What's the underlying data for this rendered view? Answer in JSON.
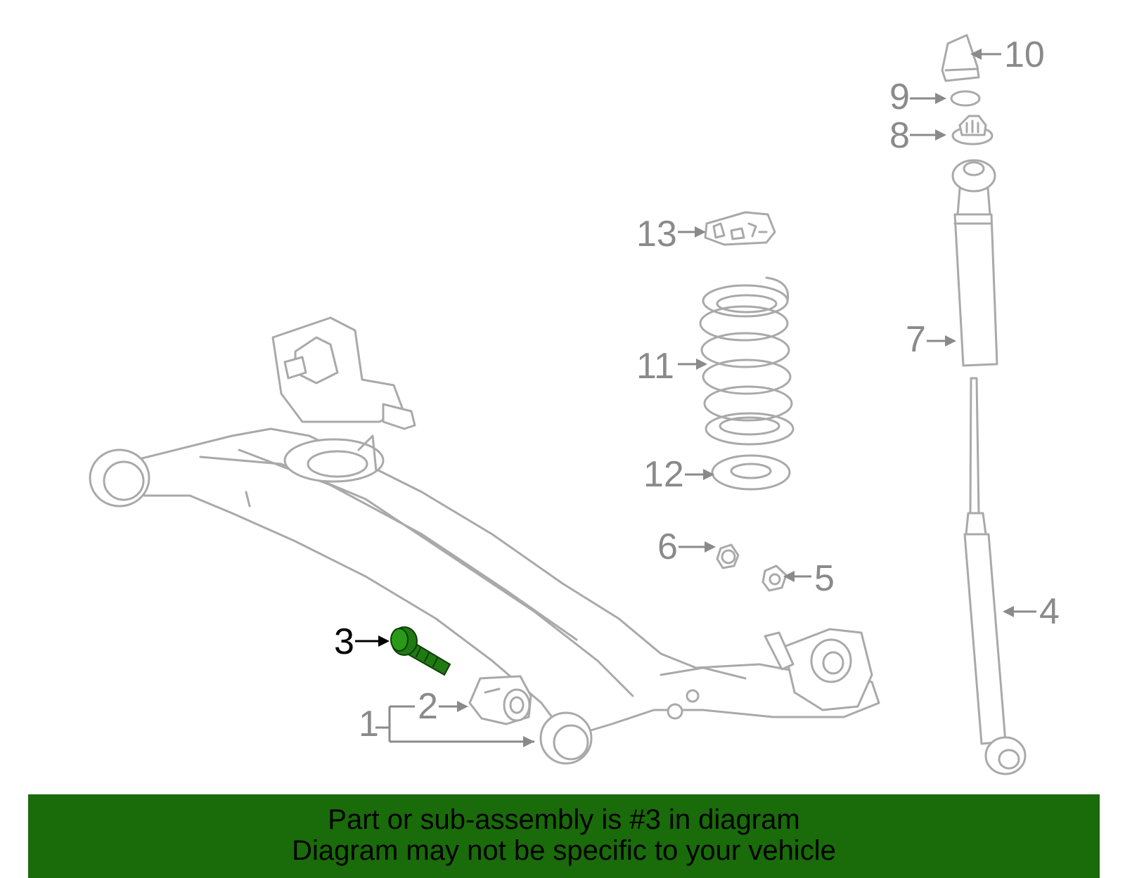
{
  "callouts": {
    "p1": "1",
    "p2": "2",
    "p3": "3",
    "p4": "4",
    "p5": "5",
    "p6": "6",
    "p7": "7",
    "p8": "8",
    "p9": "9",
    "p10": "10",
    "p11": "11",
    "p12": "12",
    "p13": "13"
  },
  "highlighted_part": "3",
  "colors": {
    "banner": "#1a6b0a",
    "highlight_part": "#1f7a12",
    "line_art": "#a9a9a9",
    "callout_text": "#8a8a8a"
  },
  "banner": {
    "line1": "Part or sub-assembly is #3 in diagram",
    "line2": "Diagram may not be specific to your vehicle"
  }
}
